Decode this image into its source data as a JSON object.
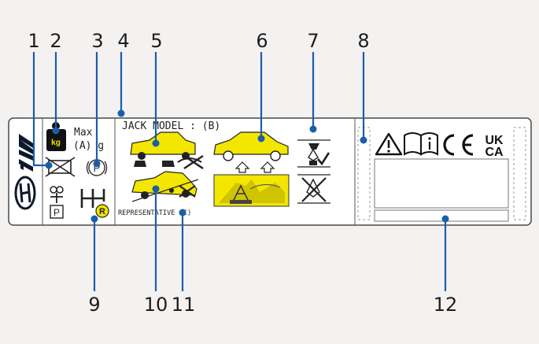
{
  "label": {
    "max_text": "Max",
    "load_text": "(A)  g",
    "kg_text": "kg",
    "jack_model": "JACK MODEL : (B)",
    "representative": "REPRESENTATIVE (C)",
    "park_letter": "P",
    "gear_letter": "P",
    "reverse_letter": "R",
    "uk_text": "UK",
    "ca_text": "CA"
  },
  "callouts": [
    "1",
    "2",
    "3",
    "4",
    "5",
    "6",
    "7",
    "8",
    "9",
    "10",
    "11",
    "12"
  ],
  "colors": {
    "accent_blue": "#1a5ea8",
    "car_yellow": "#f3e600",
    "label_border": "#4a4a4a",
    "number_text": "#1d1d1d"
  },
  "icons": [
    "kia-logo-icon",
    "hyundai-logo-icon",
    "no-engine-icon",
    "parking-brake-icon",
    "park-selector-icon",
    "manual-reverse-icon",
    "jack-lift-icon",
    "car-lift-icon",
    "jack-ok-icon",
    "jack-no-icon",
    "warning-icon",
    "manual-icon",
    "ce-mark-icon",
    "ukca-mark-icon"
  ]
}
